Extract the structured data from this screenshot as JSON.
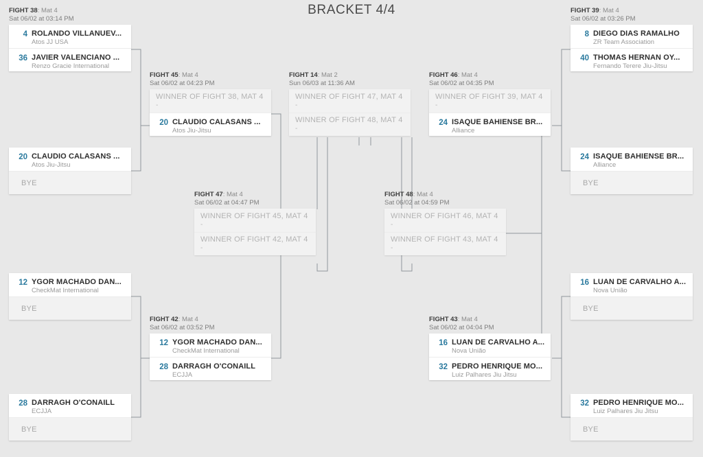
{
  "title": "BRACKET 4/4",
  "colors": {
    "background": "#e8e8e8",
    "card": "#ffffff",
    "placeholder_card": "#f2f2f2",
    "seed_accent": "#2b7a9e",
    "athlete_text": "#2e2e2e",
    "team_text": "#9a9a9a",
    "tbd_text": "#b3b3b3",
    "connector_line": "#8f969b",
    "title_text": "#4a4a4a"
  },
  "matches": [
    {
      "id": "fight-38",
      "fight_label": "FIGHT 38",
      "mat": "Mat 4",
      "datetime": "Sat 06/02 at 03:14 PM",
      "slots": [
        {
          "type": "athlete",
          "seed": "4",
          "athlete": "ROLANDO VILLANUEV...",
          "team": "Atos JJ USA"
        },
        {
          "type": "athlete",
          "seed": "36",
          "athlete": "JAVIER VALENCIANO ...",
          "team": "Renzo Gracie International"
        }
      ]
    },
    {
      "id": "fight-bye-claudio",
      "fight_label": "",
      "mat": "",
      "datetime": "",
      "slots": [
        {
          "type": "athlete",
          "seed": "20",
          "athlete": "CLAUDIO CALASANS ...",
          "team": "Atos Jiu-Jitsu"
        },
        {
          "type": "bye",
          "label": "BYE"
        }
      ]
    },
    {
      "id": "fight-bye-ygor",
      "fight_label": "",
      "mat": "",
      "datetime": "",
      "slots": [
        {
          "type": "athlete",
          "seed": "12",
          "athlete": "YGOR MACHADO DAN...",
          "team": "CheckMat International"
        },
        {
          "type": "bye",
          "label": "BYE"
        }
      ]
    },
    {
      "id": "fight-bye-darragh",
      "fight_label": "",
      "mat": "",
      "datetime": "",
      "slots": [
        {
          "type": "athlete",
          "seed": "28",
          "athlete": "DARRAGH O'CONAILL",
          "team": "ECJJA"
        },
        {
          "type": "bye",
          "label": "BYE"
        }
      ]
    },
    {
      "id": "fight-45",
      "fight_label": "FIGHT 45",
      "mat": "Mat 4",
      "datetime": "Sat 06/02 at 04:23 PM",
      "slots": [
        {
          "type": "tbd",
          "text": "WINNER OF FIGHT 38, MAT 4",
          "dash": "-"
        },
        {
          "type": "athlete",
          "seed": "20",
          "athlete": "CLAUDIO CALASANS ...",
          "team": "Atos Jiu-Jitsu"
        }
      ]
    },
    {
      "id": "fight-42",
      "fight_label": "FIGHT 42",
      "mat": "Mat 4",
      "datetime": "Sat 06/02 at 03:52 PM",
      "slots": [
        {
          "type": "athlete",
          "seed": "12",
          "athlete": "YGOR MACHADO DAN...",
          "team": "CheckMat International"
        },
        {
          "type": "athlete",
          "seed": "28",
          "athlete": "DARRAGH O'CONAILL",
          "team": "ECJJA"
        }
      ]
    },
    {
      "id": "fight-47",
      "fight_label": "FIGHT 47",
      "mat": "Mat 4",
      "datetime": "Sat 06/02 at 04:47 PM",
      "slots": [
        {
          "type": "tbd",
          "text": "WINNER OF FIGHT 45, MAT 4",
          "dash": "-"
        },
        {
          "type": "tbd",
          "text": "WINNER OF FIGHT 42, MAT 4",
          "dash": "-"
        }
      ]
    },
    {
      "id": "fight-14",
      "fight_label": "FIGHT 14",
      "mat": "Mat 2",
      "datetime": "Sun 06/03 at 11:36 AM",
      "slots": [
        {
          "type": "tbd",
          "text": "WINNER OF FIGHT 47, MAT 4",
          "dash": "-"
        },
        {
          "type": "tbd",
          "text": "WINNER OF FIGHT 48, MAT 4",
          "dash": "-"
        }
      ]
    },
    {
      "id": "fight-48",
      "fight_label": "FIGHT 48",
      "mat": "Mat 4",
      "datetime": "Sat 06/02 at 04:59 PM",
      "slots": [
        {
          "type": "tbd",
          "text": "WINNER OF FIGHT 46, MAT 4",
          "dash": "-"
        },
        {
          "type": "tbd",
          "text": "WINNER OF FIGHT 43, MAT 4",
          "dash": "-"
        }
      ]
    },
    {
      "id": "fight-46",
      "fight_label": "FIGHT 46",
      "mat": "Mat 4",
      "datetime": "Sat 06/02 at 04:35 PM",
      "slots": [
        {
          "type": "tbd",
          "text": "WINNER OF FIGHT 39, MAT 4",
          "dash": "-"
        },
        {
          "type": "athlete",
          "seed": "24",
          "athlete": "ISAQUE BAHIENSE BR...",
          "team": "Alliance"
        }
      ]
    },
    {
      "id": "fight-43",
      "fight_label": "FIGHT 43",
      "mat": "Mat 4",
      "datetime": "Sat 06/02 at 04:04 PM",
      "slots": [
        {
          "type": "athlete",
          "seed": "16",
          "athlete": "LUAN DE CARVALHO A...",
          "team": "Nova União"
        },
        {
          "type": "athlete",
          "seed": "32",
          "athlete": "PEDRO HENRIQUE MO...",
          "team": "Luiz Palhares Jiu Jitsu"
        }
      ]
    },
    {
      "id": "fight-39",
      "fight_label": "FIGHT 39",
      "mat": "Mat 4",
      "datetime": "Sat 06/02 at 03:26 PM",
      "slots": [
        {
          "type": "athlete",
          "seed": "8",
          "athlete": "DIEGO DIAS RAMALHO",
          "team": "ZR Team Association"
        },
        {
          "type": "athlete",
          "seed": "40",
          "athlete": "THOMAS HERNAN OY...",
          "team": "Fernando Terere Jiu-Jitsu"
        }
      ]
    },
    {
      "id": "fight-bye-isaque",
      "fight_label": "",
      "mat": "",
      "datetime": "",
      "slots": [
        {
          "type": "athlete",
          "seed": "24",
          "athlete": "ISAQUE BAHIENSE BR...",
          "team": "Alliance"
        },
        {
          "type": "bye",
          "label": "BYE"
        }
      ]
    },
    {
      "id": "fight-bye-luan",
      "fight_label": "",
      "mat": "",
      "datetime": "",
      "slots": [
        {
          "type": "athlete",
          "seed": "16",
          "athlete": "LUAN DE CARVALHO A...",
          "team": "Nova União"
        },
        {
          "type": "bye",
          "label": "BYE"
        }
      ]
    },
    {
      "id": "fight-bye-pedro",
      "fight_label": "",
      "mat": "",
      "datetime": "",
      "slots": [
        {
          "type": "athlete",
          "seed": "32",
          "athlete": "PEDRO HENRIQUE MO...",
          "team": "Luiz Palhares Jiu Jitsu"
        },
        {
          "type": "bye",
          "label": "BYE"
        }
      ]
    }
  ]
}
